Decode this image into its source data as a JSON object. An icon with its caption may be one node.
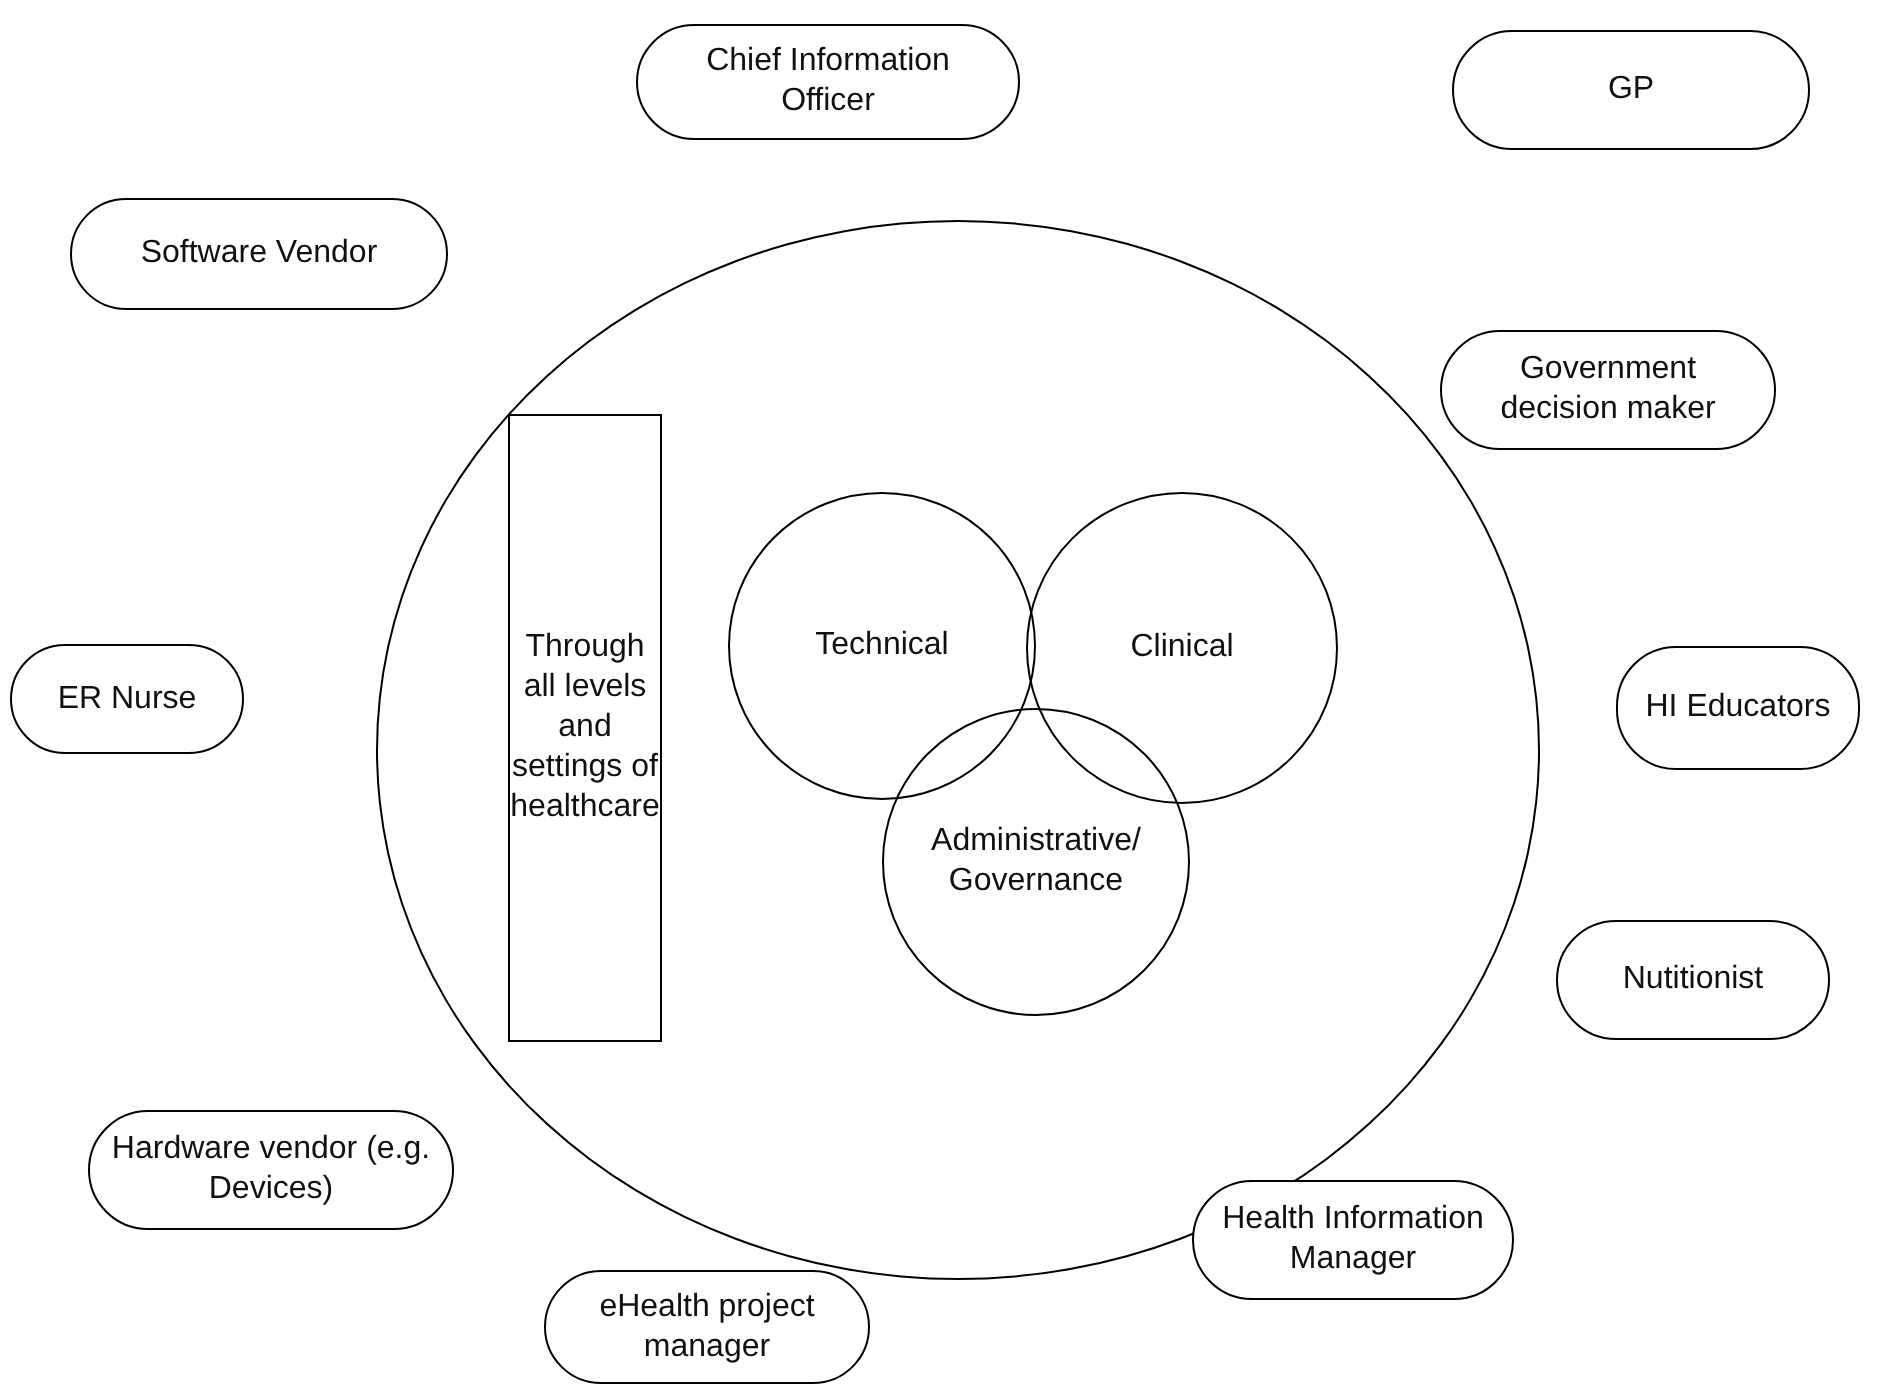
{
  "diagram": {
    "nodes": [
      {
        "text": [
          "Chief Information Officer"
        ]
      },
      {
        "text": [
          "GP"
        ]
      },
      {
        "text": [
          "Software Vendor"
        ]
      },
      {
        "text": [
          "Government decision maker"
        ]
      },
      {
        "text": [],
        "shape": "ellipse"
      },
      {
        "text": [
          "Through all levels and settings of healthcare"
        ],
        "in": 4
      },
      {
        "text": [
          "Technical"
        ],
        "in": 4
      },
      {
        "text": [
          "Clinical"
        ],
        "in": 4
      },
      {
        "text": [
          "Administrative/ Governance"
        ],
        "in": 4
      },
      {
        "text": [
          "ER Nurse"
        ]
      },
      {
        "text": [
          "HI Educators"
        ]
      },
      {
        "text": [
          "Nutitionist"
        ]
      },
      {
        "text": [
          "Hardware vendor (e.g. Devices)"
        ]
      },
      {
        "text": [
          "Health Information Manager"
        ]
      },
      {
        "text": [
          "eHealth project manager"
        ]
      }
    ]
  }
}
